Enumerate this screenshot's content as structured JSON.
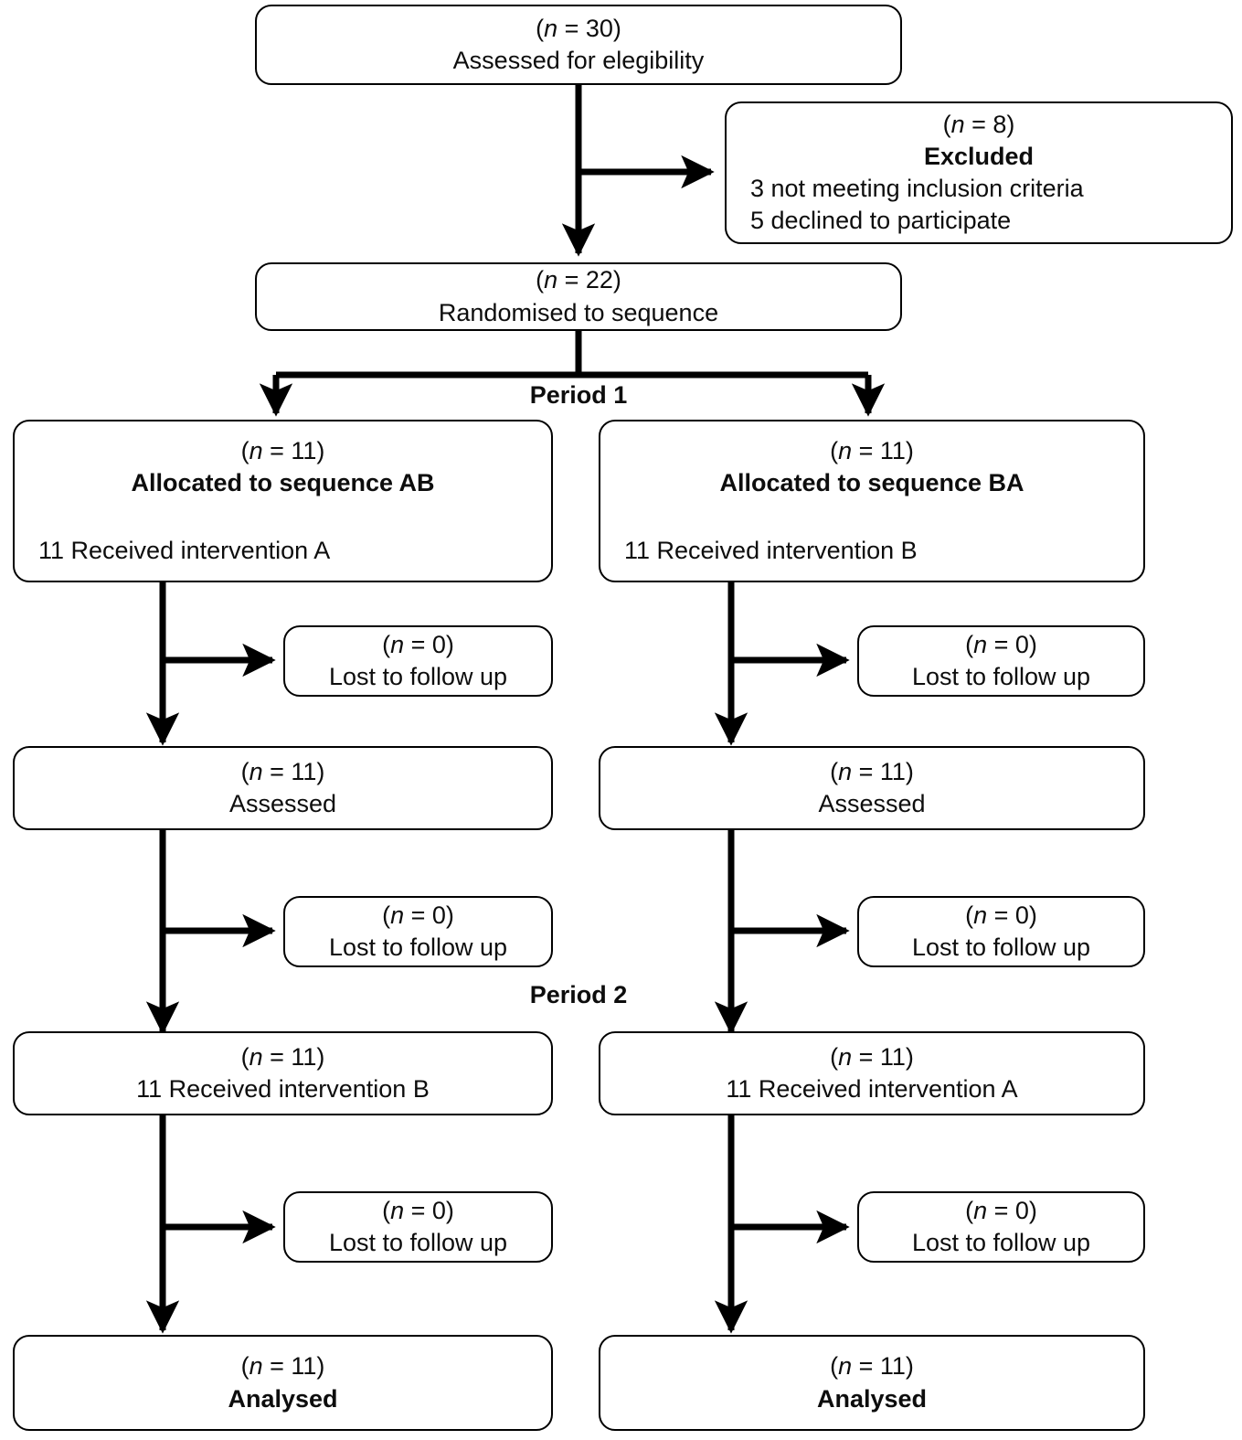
{
  "diagram": {
    "title": "CONSORT crossover trial flow diagram",
    "stroke_color": "#000000",
    "text_color": "#0d0d0d",
    "background": "#ffffff"
  },
  "nodes": {
    "assessed_eligibility": {
      "count": "(n = 30)",
      "label": "Assessed for elegibility"
    },
    "excluded": {
      "count": "(n = 8)",
      "label": "Excluded",
      "reason_1": "3 not meeting inclusion criteria",
      "reason_2": "5 declined to participate"
    },
    "randomised": {
      "count": "(n = 22)",
      "label": "Randomised to sequence"
    },
    "allocated_ab": {
      "count": "(n = 11)",
      "label": "Allocated to sequence AB",
      "received": "11 Received intervention A"
    },
    "allocated_ba": {
      "count": "(n = 11)",
      "label": "Allocated to sequence BA",
      "received": "11 Received intervention B"
    },
    "lost_p1_left": {
      "count": "(n = 0)",
      "label": "Lost to follow up"
    },
    "lost_p1_right": {
      "count": "(n = 0)",
      "label": "Lost to follow up"
    },
    "assessed_p1_left": {
      "count": "(n = 11)",
      "label": "Assessed"
    },
    "assessed_p1_right": {
      "count": "(n = 11)",
      "label": "Assessed"
    },
    "lost_mid_left": {
      "count": "(n = 0)",
      "label": "Lost to follow up"
    },
    "lost_mid_right": {
      "count": "(n = 0)",
      "label": "Lost to follow up"
    },
    "received_p2_left": {
      "count": "(n = 11)",
      "label": "11 Received intervention B"
    },
    "received_p2_right": {
      "count": "(n = 11)",
      "label": "11 Received intervention A"
    },
    "lost_p2_left": {
      "count": "(n = 0)",
      "label": "Lost to follow up"
    },
    "lost_p2_right": {
      "count": "(n = 0)",
      "label": "Lost to follow up"
    },
    "analysed_left": {
      "count": "(n = 11)",
      "label": "Analysed"
    },
    "analysed_right": {
      "count": "(n = 11)",
      "label": "Analysed"
    }
  },
  "period_labels": {
    "period_1": "Period 1",
    "period_2": "Period 2"
  }
}
